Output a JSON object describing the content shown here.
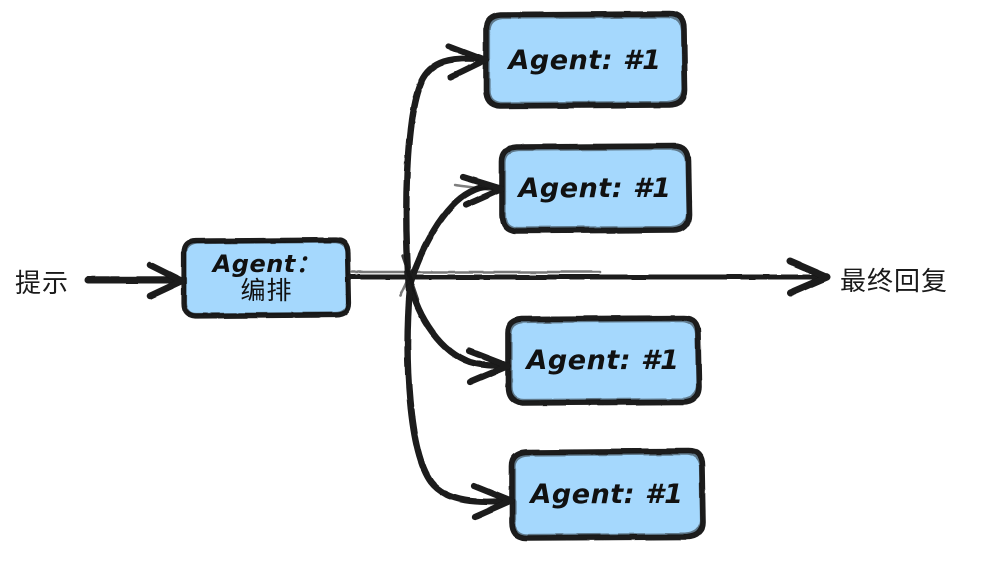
{
  "diagram": {
    "title": "Agent orchestration fan-out diagram",
    "background_color": "#ffffff",
    "style": "hand-drawn sketch",
    "node_fill_color": "#a5d8fd",
    "stroke_color": "#1a1a1a",
    "input_label": "提示",
    "output_label": "最终回复",
    "orchestrator": {
      "line1": "Agent：",
      "line2": "编排"
    },
    "agents": [
      {
        "label": "Agent: #1"
      },
      {
        "label": "Agent: #1"
      },
      {
        "label": "Agent: #1"
      },
      {
        "label": "Agent: #1"
      }
    ]
  }
}
